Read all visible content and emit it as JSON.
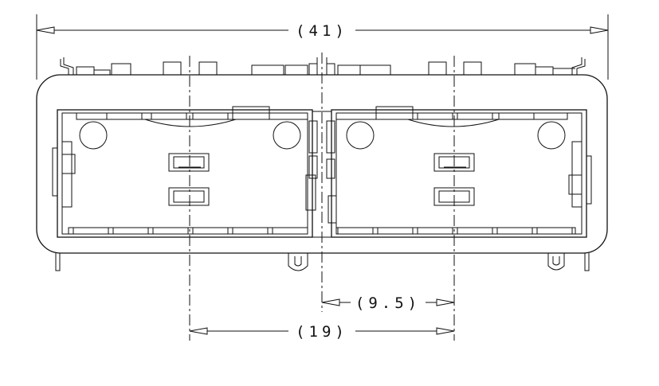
{
  "dimensions": {
    "overall_width": "(41)",
    "pitch_half": "(9.5)",
    "pitch_full": "(19)"
  },
  "colors": {
    "line": "#111111",
    "background": "#ffffff"
  }
}
